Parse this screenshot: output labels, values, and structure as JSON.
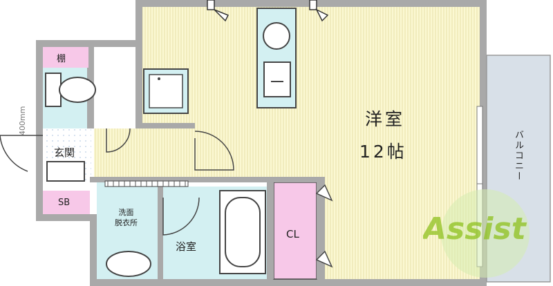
{
  "rooms": {
    "western_room": "洋室",
    "western_room_size": "12帖",
    "shelf": "棚",
    "entrance": "玄関",
    "shoe_box": "SB",
    "washroom": "洗面\n脱衣所",
    "bathroom": "浴室",
    "closet": "CL",
    "balcony": "バルコニー"
  },
  "dimension": "400mm",
  "logo": {
    "text": "Assist",
    "color": "#8fc11f"
  },
  "colors": {
    "wall": "#a9a9a9",
    "western_room_floor": "#fbf8d2",
    "wet_area": "#d3f0f2",
    "shelf_box": "#f7c8e8",
    "closet": "#f7c8e8",
    "balcony": "#d8e0e8"
  }
}
